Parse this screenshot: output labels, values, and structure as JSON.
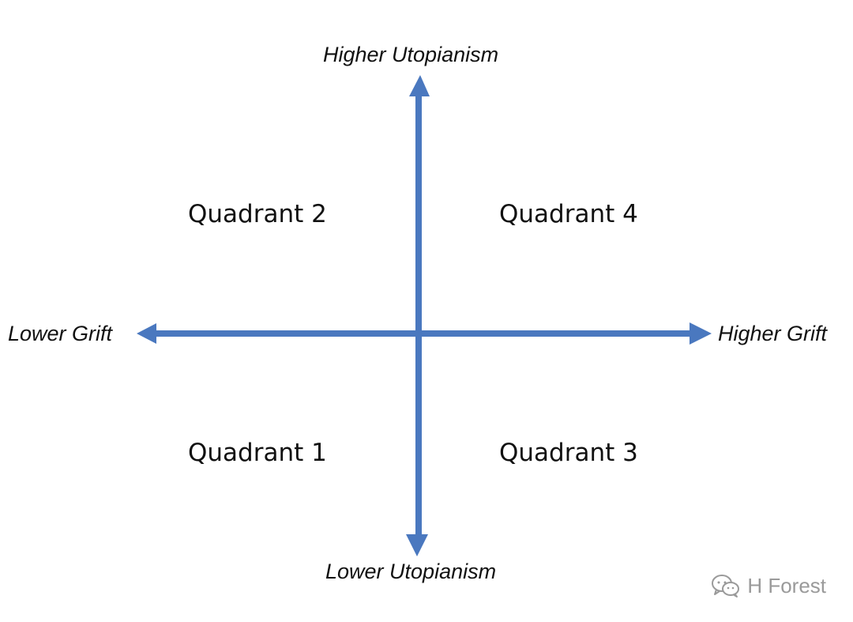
{
  "diagram": {
    "axes": {
      "top_label": "Higher Utopianism",
      "bottom_label": "Lower Utopianism",
      "left_label": "Lower Grift",
      "right_label": "Higher Grift"
    },
    "quadrants": {
      "top_left": "Quadrant 2",
      "top_right": "Quadrant 4",
      "bottom_left": "Quadrant 1",
      "bottom_right": "Quadrant 3"
    },
    "colors": {
      "axis": "#4a78bf",
      "text": "#111111",
      "watermark": "#9a9a9a"
    }
  },
  "watermark": {
    "icon": "wechat-icon",
    "text": "H Forest"
  }
}
